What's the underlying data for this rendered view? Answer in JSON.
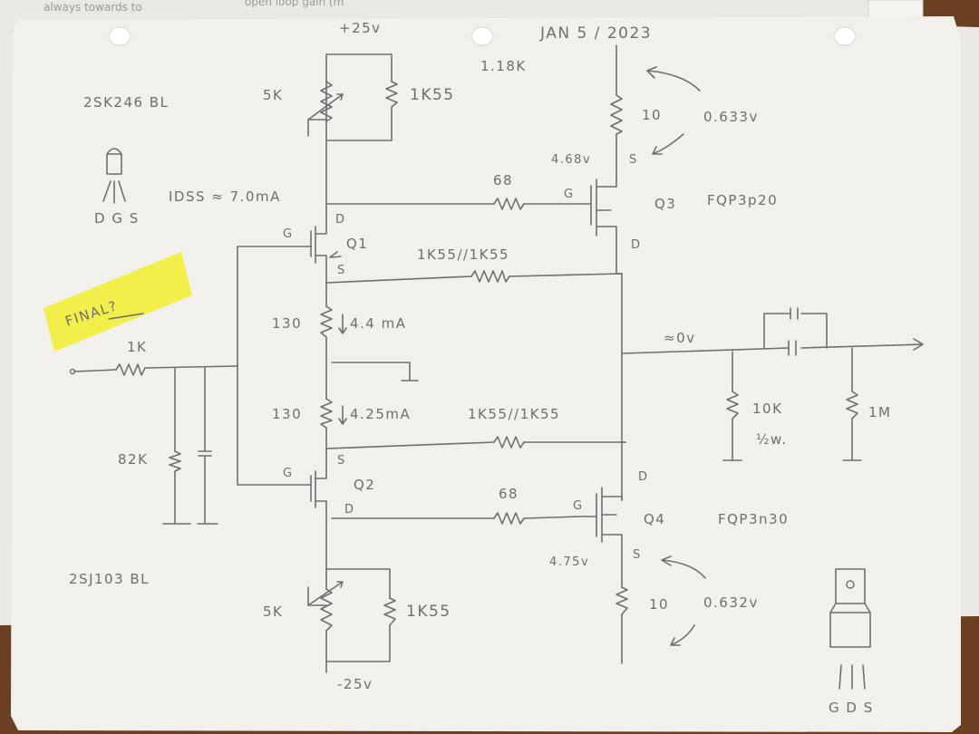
{
  "background": {
    "desk_color": "#6b3f22",
    "paper_color": "#f1f0ea",
    "highlighter_color": "#f3ef3c",
    "pencil_color": "#6e6e70"
  },
  "underlying_page": {
    "text_left": "always towards to",
    "text_right": "open loop gain (m"
  },
  "labels": {
    "date": "JAN 5 / 2023",
    "final": "FINAL?",
    "supply_pos": "+25v",
    "supply_neg": "-25v",
    "q1_part": "2SK246 BL",
    "q2_part": "2SJ103 BL",
    "q3_part": "FQP3p20",
    "q4_part": "FQP3n30",
    "idss": "IDSS ≈ 7.0mA",
    "dgs": "D G S",
    "gds": "G D S",
    "q1": "Q1",
    "q2": "Q2",
    "q3": "Q3",
    "q4": "Q4",
    "r_top_trim": "5K",
    "r_top_fixed": "1K55",
    "r_bot_trim": "5K",
    "r_bot_fixed": "1K55",
    "r_q3_drain_total": "1.18K",
    "r_q3_src": "10",
    "r_q4_src": "10",
    "v_q3": "0.633v",
    "v_q4": "0.632v",
    "v_q3_s": "4.68v",
    "v_q4_s": "4.75v",
    "r_gate_top": "68",
    "r_gate_bot": "68",
    "r_fb_top": "1K55//1K55",
    "r_fb_bot": "1K55//1K55",
    "r_src_top": "130",
    "r_src_bot": "130",
    "i_top": "4.4 mA",
    "i_bot": "4.25mA",
    "r_in": "1K",
    "r_in_shunt": "82K",
    "v_out": "≈0v",
    "r_load": "10K",
    "r_load_power": "½w.",
    "r_out": "1M",
    "pin_g": "G",
    "pin_d": "D",
    "pin_s": "S"
  }
}
